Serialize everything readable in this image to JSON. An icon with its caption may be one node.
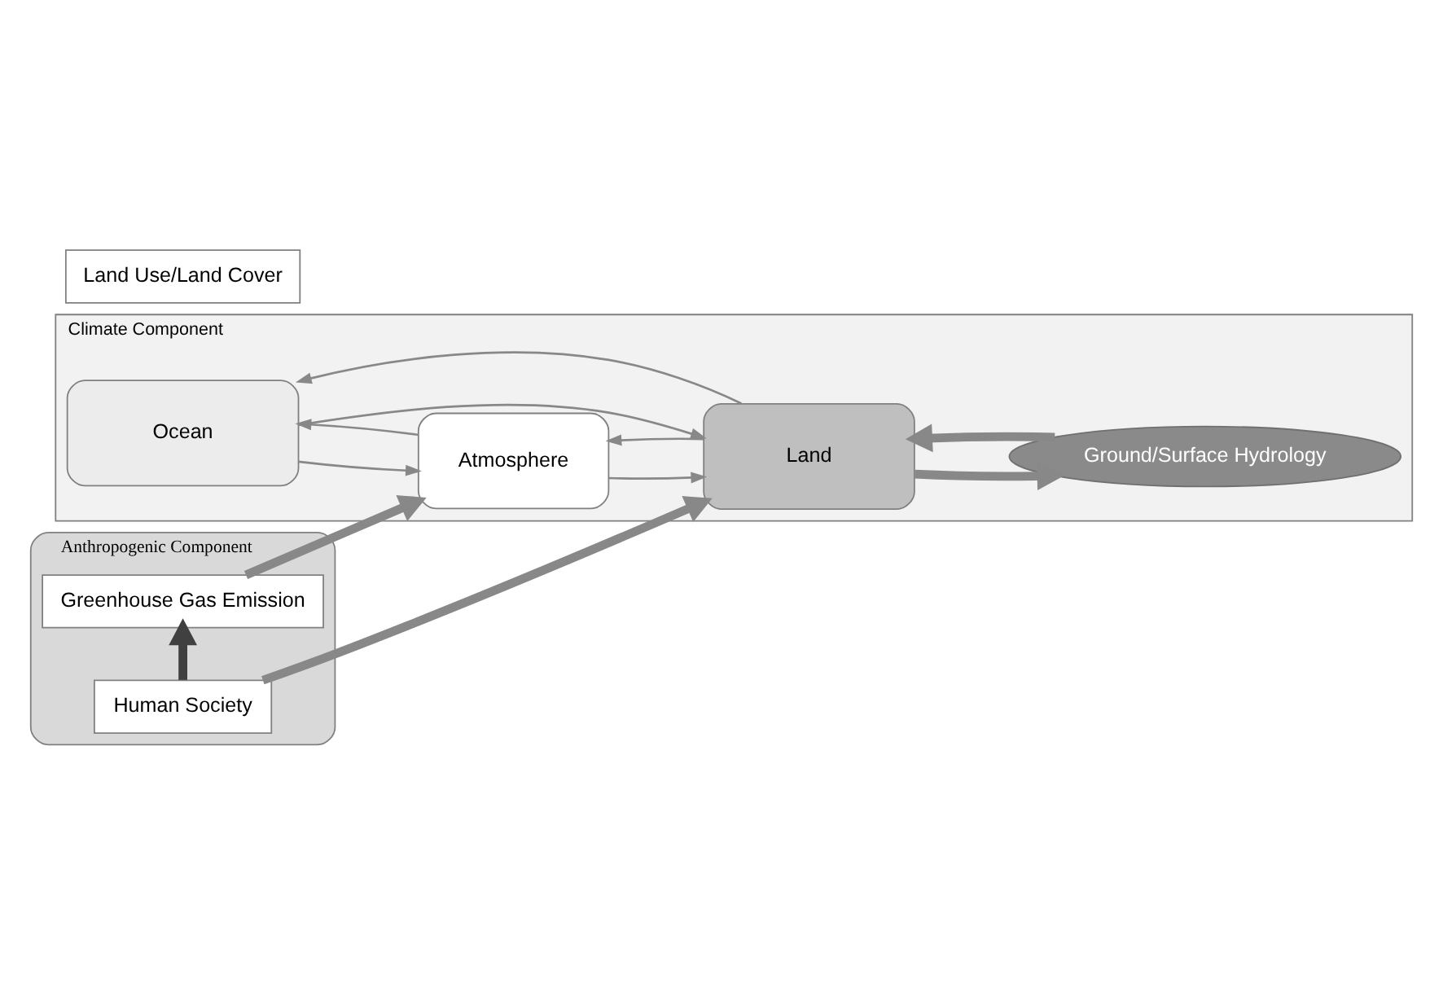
{
  "diagram": {
    "nodes": [
      {
        "text": [
          "Anthropogenic Component"
        ]
      },
      {
        "text": [
          "Greenhouse Gas Emission"
        ],
        "in": 0
      },
      {
        "text": [
          "Human Society"
        ],
        "in": 0
      },
      {
        "text": [
          "Land Use/Land Cover"
        ]
      },
      {
        "text": [
          "Climate Component"
        ]
      },
      {
        "text": [
          "Ocean"
        ],
        "in": 4
      },
      {
        "text": [
          "Atmosphere"
        ],
        "in": 4
      },
      {
        "text": [
          "Land"
        ],
        "in": 4
      },
      {
        "text": [
          "Ground/Surface Hydrology"
        ],
        "in": 4
      }
    ],
    "edges": [
      {
        "from": 2,
        "to": 1,
        "arrow": "to",
        "style": "thick",
        "color": "#404040"
      },
      {
        "from": 1,
        "to": 6,
        "arrow": "to",
        "style": "thick"
      },
      {
        "from": 2,
        "to": 7,
        "arrow": "to",
        "style": "thick"
      },
      {
        "from": 6,
        "to": 5,
        "arrow": "to"
      },
      {
        "from": 5,
        "to": 6,
        "arrow": "to"
      },
      {
        "from": 6,
        "to": 7,
        "arrow": "to"
      },
      {
        "from": 7,
        "to": 6,
        "arrow": "to"
      },
      {
        "from": 5,
        "to": 7,
        "arrow": "to"
      },
      {
        "from": 7,
        "to": 5,
        "arrow": "to"
      },
      {
        "from": 7,
        "to": 8,
        "arrow": "to",
        "style": "thick"
      },
      {
        "from": 8,
        "to": 7,
        "arrow": "to",
        "style": "thick"
      }
    ]
  }
}
